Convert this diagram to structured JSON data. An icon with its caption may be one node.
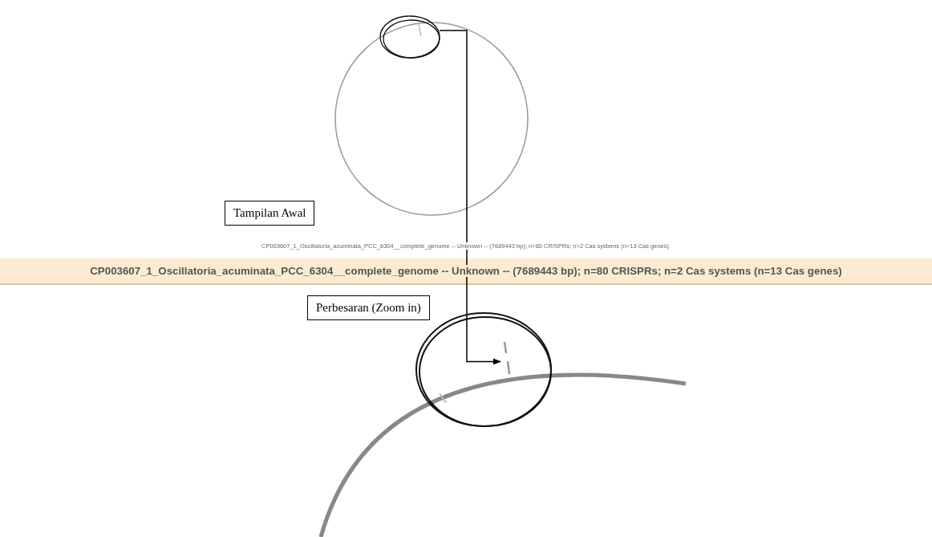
{
  "diagram": {
    "nodes": [
      {
        "text": [
          "Tampilan Awal"
        ]
      },
      {
        "text": [
          "Perbesaran (Zoom in)"
        ]
      },
      {
        "text": [],
        "shape": "circle"
      },
      {
        "text": [],
        "shape": "circle"
      },
      {
        "text": [],
        "shape": "bar",
        "in": 3
      }
    ],
    "edges": [
      {
        "from": 2,
        "to": 4,
        "arrow": "to"
      }
    ],
    "labels": [
      "CP003607_1_Oscillatoria_acuminata_PCC_6304__complete_genome -- Unknown -- (7689443 bp); n=80 CRISPRs; n=2 Cas systems (n=13 Cas genes)",
      "CP003607_1_Oscillatoria_acuminata_PCC_6304__complete_genome -- Unknown -- (7689443 bp); n=80 CRISPRs; n=2 Cas systems (n=13 Cas genes)"
    ]
  }
}
